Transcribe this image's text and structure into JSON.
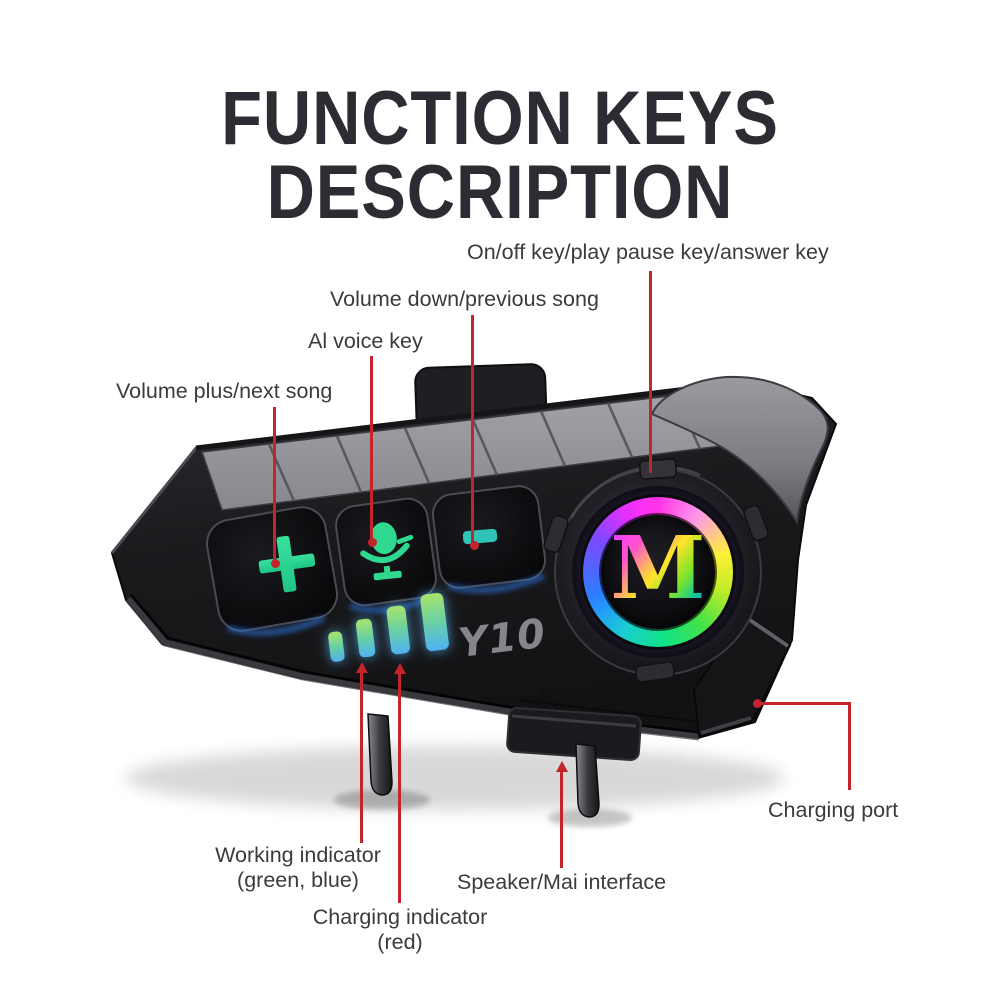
{
  "title": {
    "line1": "FUNCTION KEYS",
    "line2": "DESCRIPTION"
  },
  "callouts": [
    {
      "id": "on-off-key",
      "label": "On/off key/play pause key/answer key"
    },
    {
      "id": "volume-down-key",
      "label": "Volume down/previous song"
    },
    {
      "id": "ai-voice-key",
      "label": "Al voice key"
    },
    {
      "id": "volume-plus-key",
      "label": "Volume plus/next song"
    },
    {
      "id": "working-indicator",
      "label": "Working indicator",
      "label2": "(green, blue)"
    },
    {
      "id": "charging-indicator",
      "label": "Charging indicator",
      "label2": "(red)"
    },
    {
      "id": "speaker-interface",
      "label": "Speaker/Mai interface"
    },
    {
      "id": "charging-port",
      "label": "Charging port"
    }
  ],
  "device": {
    "model_label": "Y10",
    "logo_letter": "M",
    "buttons": [
      "volume-plus",
      "ai-voice-mic",
      "volume-minus",
      "power-multifunction"
    ],
    "led_bar_count": 4
  },
  "colors": {
    "callout_red": "#c2252c",
    "title_text": "#2b2d33",
    "label_text": "#3b3b3b",
    "button_icon_green": "#2fd98f",
    "minus_icon_teal": "#2ec4b6",
    "led_green": "#a9e46c",
    "led_blue": "#4fb2f2",
    "body_black": "#1b1b1e",
    "strip_gray": "#96969b"
  }
}
